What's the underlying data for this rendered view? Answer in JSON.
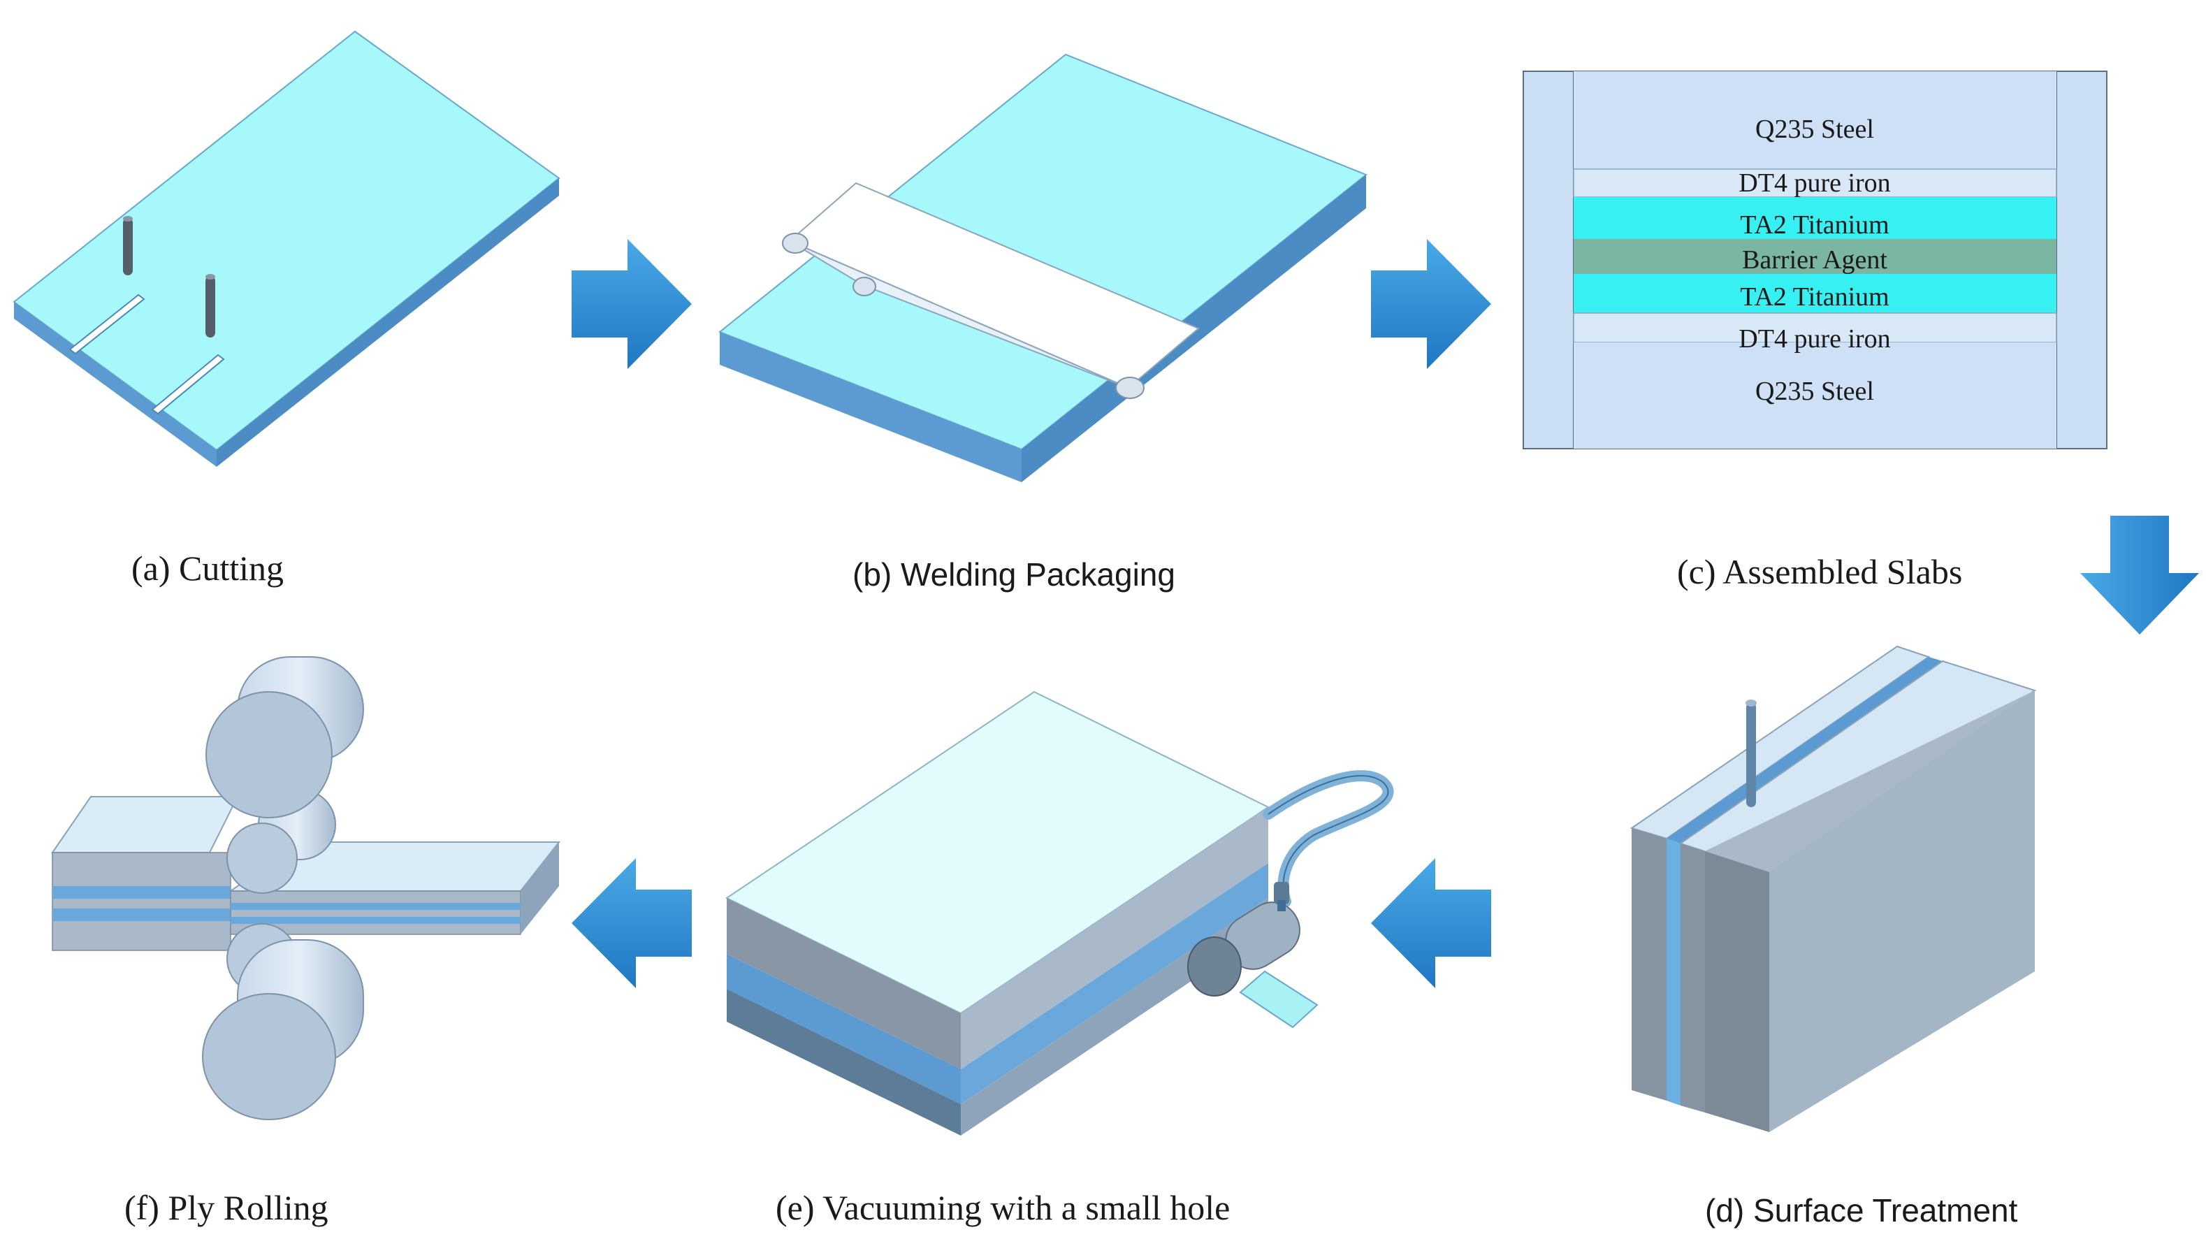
{
  "captions": {
    "a": "(a) Cutting",
    "b": "(b) Welding Packaging",
    "c": "(c) Assembled Slabs",
    "d": "(d) Surface Treatment",
    "e": "(e) Vacuuming with a small hole",
    "f": "(f) Ply Rolling"
  },
  "assembled_slabs": {
    "layers": [
      "Q235 Steel",
      "DT4 pure iron",
      "TA2 Titanium",
      "Barrier Agent",
      "TA2 Titanium",
      "DT4 pure iron",
      "Q235 Steel"
    ]
  },
  "colors": {
    "plate_top": "#a6f8fa",
    "plate_side": "#5b9bd1",
    "titanium": "#37f0f2",
    "barrier": "#7bb6a2",
    "iron": "#d8e8f6",
    "steel_panel": "#cde0f5",
    "arrow": "#2f8fd6",
    "block_grey": "#a9b9c9",
    "block_blue": "#6aa8dc"
  },
  "icons": [
    "arrow-right-icon",
    "arrow-down-icon",
    "arrow-left-icon"
  ]
}
